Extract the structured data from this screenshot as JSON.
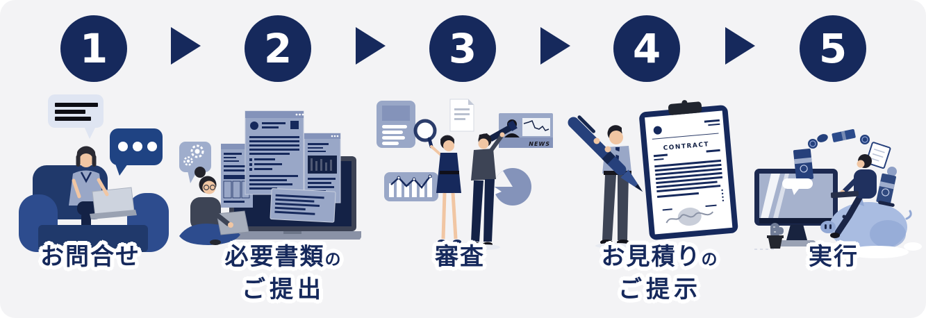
{
  "palette": {
    "background": "#f3f3f5",
    "navy": "#16295c",
    "navy_dark": "#142246",
    "blue": "#2d4c8e",
    "blue_dark": "#20396b",
    "blue_bright": "#1f4383",
    "blue_gray": "#99a7c7",
    "blue_gray_dark": "#8493ba",
    "periwinkle": "#dfe5f2",
    "piggy_blue": "#a9bce1",
    "piggy_shade": "#92a8d4",
    "skin": "#f1c6a3",
    "charcoal": "#3d4455",
    "silver": "#cbd1dc"
  },
  "steps": [
    {
      "number": "1",
      "label": "お問合せ"
    },
    {
      "number": "2",
      "label": "必要書類",
      "label_particle": "の",
      "label_line2": "ご提出"
    },
    {
      "number": "3",
      "label": "審査"
    },
    {
      "number": "4",
      "label": "お見積り",
      "label_particle": "の",
      "label_line2": "ご提示"
    },
    {
      "number": "5",
      "label": "実行"
    }
  ],
  "illustrations": {
    "news_caption": "NEWS",
    "contract_title": "CONTRACT"
  }
}
